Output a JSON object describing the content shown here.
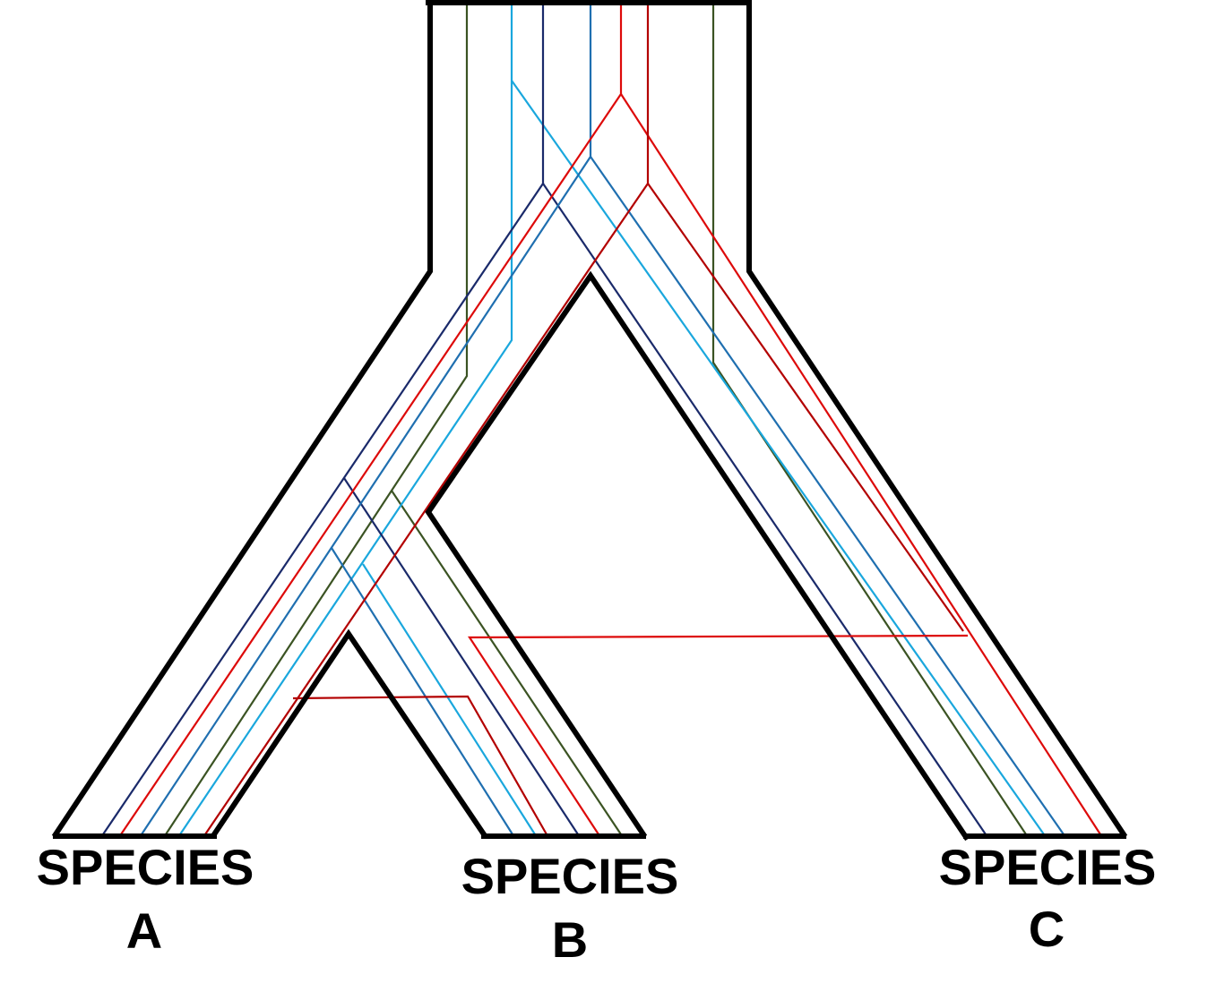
{
  "colors": {
    "outline": "#000000",
    "green": "#3b5323",
    "sky_blue": "#1aa7dd",
    "navy": "#1a2a6a",
    "steel_blue": "#1f6fb0",
    "red": "#dd0a0a",
    "dark_red": "#b30000"
  },
  "species": {
    "a": {
      "word": "SPECIES",
      "letter": "A"
    },
    "b": {
      "word": "SPECIES",
      "letter": "B"
    },
    "c": {
      "word": "SPECIES",
      "letter": "C"
    }
  }
}
